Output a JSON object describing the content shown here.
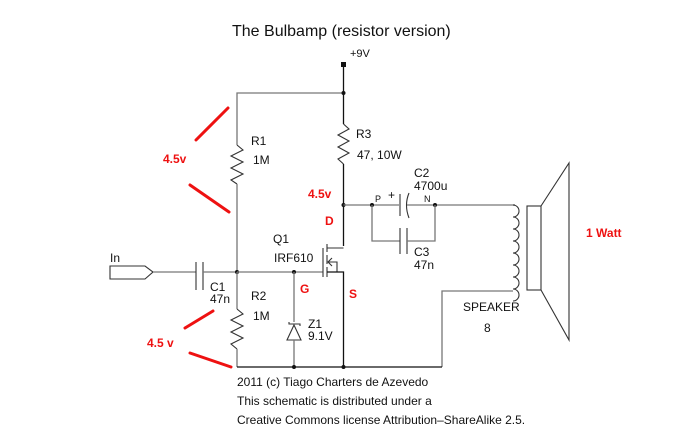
{
  "title": "The Bulbamp (resistor version)",
  "supply": "+9V",
  "input_label": "In",
  "components": {
    "R1": {
      "ref": "R1",
      "value": "1M"
    },
    "R2": {
      "ref": "R2",
      "value": "1M"
    },
    "R3": {
      "ref": "R3",
      "value": "47, 10W"
    },
    "C1": {
      "ref": "C1",
      "value": "47n"
    },
    "C2": {
      "ref": "C2",
      "value": "4700u",
      "pin_p": "P",
      "pin_n": "N",
      "polarity": "+"
    },
    "C3": {
      "ref": "C3",
      "value": "47n"
    },
    "Q1": {
      "ref": "Q1",
      "value": "IRF610"
    },
    "Z1": {
      "ref": "Z1",
      "value": "9.1V"
    },
    "speaker": {
      "label": "SPEAKER",
      "value": "8"
    }
  },
  "annotations": {
    "r1_voltage": "4.5v",
    "r2_voltage": "4.5 v",
    "drain_voltage": "4.5v",
    "drain": "D",
    "gate": "G",
    "source": "S",
    "power": "1 Watt"
  },
  "annotation_color": "#ee1111",
  "footer": [
    "2011 (c) Tiago Charters de Azevedo",
    "This schematic is distributed under a",
    "Creative Commons license Attribution–ShareAlike 2.5."
  ]
}
